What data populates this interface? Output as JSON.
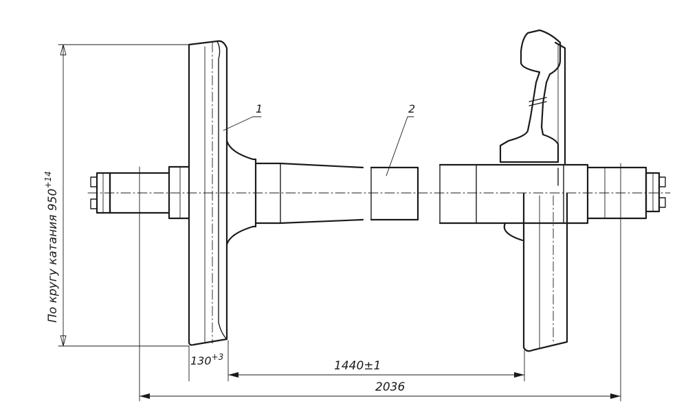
{
  "drawing": {
    "callouts": [
      {
        "number": "1",
        "name": "wheel"
      },
      {
        "number": "2",
        "name": "axle"
      }
    ],
    "dimensions": {
      "wheel_diameter": {
        "label": "По кругу катания",
        "value": "950",
        "tolerance": "+14"
      },
      "rim_width": {
        "value": "130",
        "tolerance": "+3"
      },
      "gauge": {
        "value": "1440±1"
      },
      "overall_length": {
        "value": "2036"
      }
    }
  }
}
